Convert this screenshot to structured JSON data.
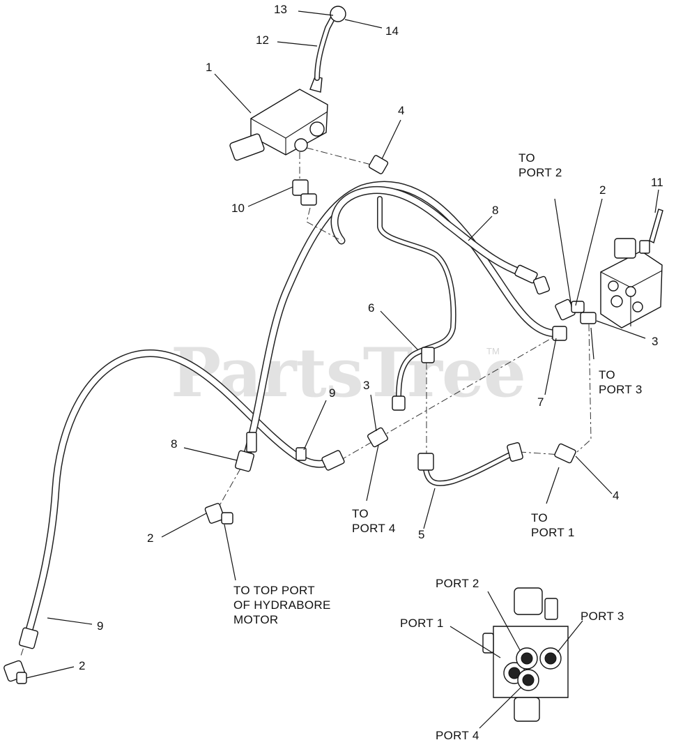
{
  "watermark": {
    "text": "PartsTree",
    "trademark": "TM"
  },
  "callouts": [
    {
      "id": "c13a",
      "text": "13"
    },
    {
      "id": "c14",
      "text": "14"
    },
    {
      "id": "c12",
      "text": "12"
    },
    {
      "id": "c1",
      "text": "1"
    },
    {
      "id": "c4a",
      "text": "4"
    },
    {
      "id": "c2a",
      "text": "2"
    },
    {
      "id": "c11",
      "text": "11"
    },
    {
      "id": "c10",
      "text": "10"
    },
    {
      "id": "c8a",
      "text": "8"
    },
    {
      "id": "c6",
      "text": "6"
    },
    {
      "id": "c3a",
      "text": "3"
    },
    {
      "id": "c3b",
      "text": "3"
    },
    {
      "id": "c9a",
      "text": "9"
    },
    {
      "id": "c7",
      "text": "7"
    },
    {
      "id": "c8b",
      "text": "8"
    },
    {
      "id": "c2b",
      "text": "2"
    },
    {
      "id": "c4b",
      "text": "4"
    },
    {
      "id": "c5",
      "text": "5"
    },
    {
      "id": "c9b",
      "text": "9"
    },
    {
      "id": "c2c",
      "text": "2"
    }
  ],
  "labels": {
    "to_port_2": [
      "TO",
      "PORT 2"
    ],
    "to_port_3": [
      "TO",
      "PORT 3"
    ],
    "to_port_4": [
      "TO",
      "PORT 4"
    ],
    "to_port_1": [
      "TO",
      "PORT 1"
    ],
    "to_top_port": [
      "TO TOP PORT",
      "OF HYDRABORE",
      "MOTOR"
    ],
    "inset_port_1": "PORT 1",
    "inset_port_2": "PORT 2",
    "inset_port_3": "PORT 3",
    "inset_port_4": "PORT 4"
  }
}
